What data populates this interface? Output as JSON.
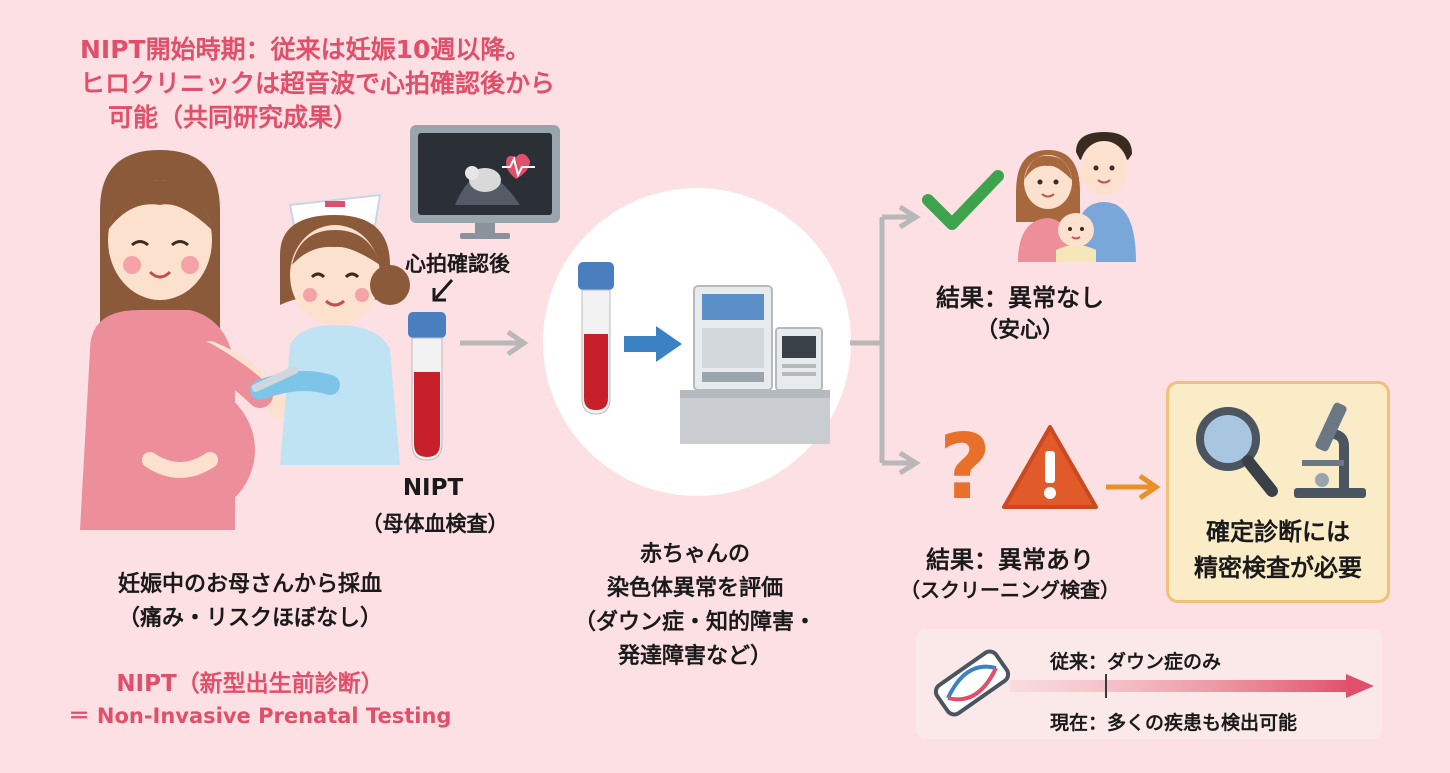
{
  "header": {
    "line1": "NIPT開始時期：従来は妊娠10週以降。",
    "line2": "ヒロクリニックは超音波で心拍確認後から",
    "line3": "可能（共同研究成果）"
  },
  "left": {
    "heartbeat_label": "心拍確認後",
    "tube_title": "NIPT",
    "tube_subtitle": "（母体血検査）",
    "caption1": "妊娠中のお母さんから採血",
    "caption2": "（痛み・リスクほぼなし）",
    "def1": "NIPT（新型出生前診断）",
    "def2": "＝ Non-Invasive Prenatal Testing"
  },
  "center": {
    "line1": "赤ちゃんの",
    "line2": "染色体異常を評価",
    "line3": "（ダウン症・知的障害・",
    "line4": "発達障害など）"
  },
  "normal": {
    "label": "結果：異常なし",
    "sub": "（安心）"
  },
  "abnormal": {
    "label": "結果：異常あり",
    "sub": "（スクリーニング検査）"
  },
  "confirm": {
    "line1": "確定診断には",
    "line2": "精密検査が必要"
  },
  "timeline": {
    "past": "従来：ダウン症のみ",
    "now": "現在：多くの疾患も検出可能"
  },
  "colors": {
    "background": "#fde0e3",
    "accent_pink": "#e0506a",
    "check_green": "#3fa34d",
    "warning_orange": "#e8702a",
    "arrow_blue": "#3b82c4"
  }
}
